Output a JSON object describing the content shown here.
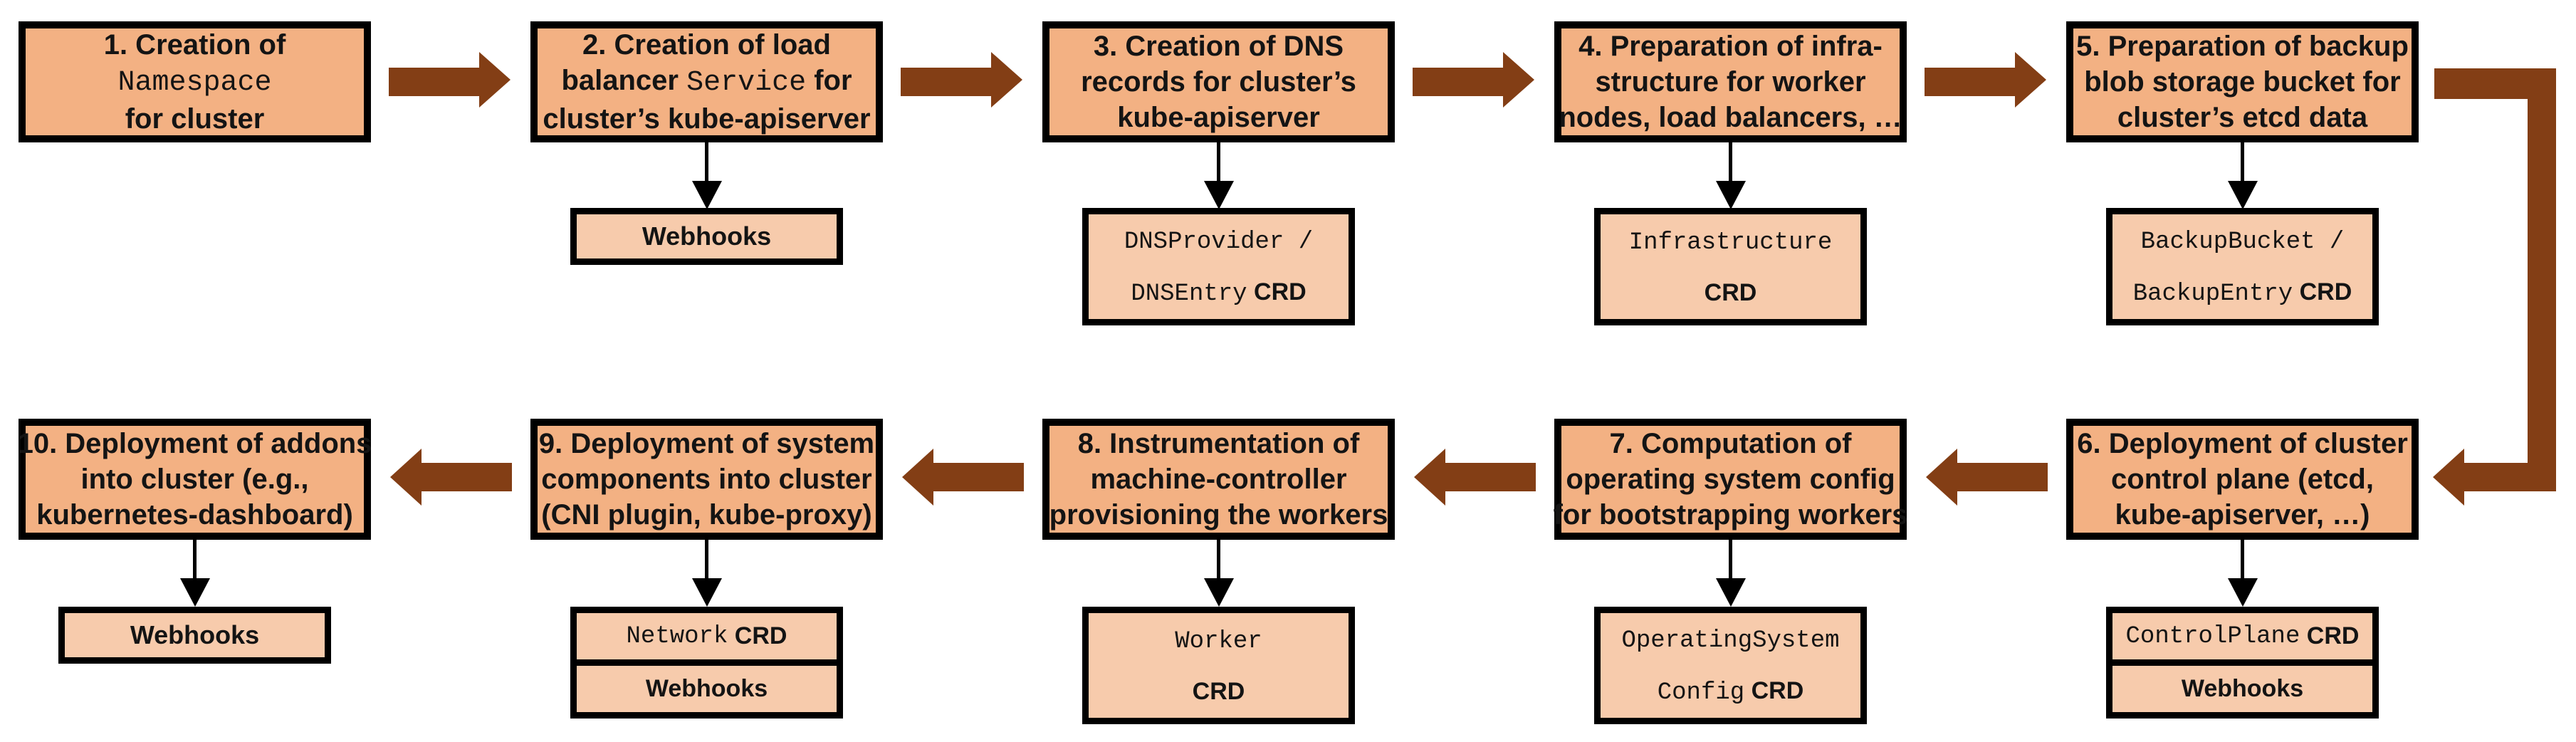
{
  "palette": {
    "step_box_fill": "#F3B183",
    "sub_box_fill": "#F7CBAC",
    "border_color": "#000000",
    "flow_arrow_color": "#833E15",
    "connector_color": "#000000"
  },
  "steps": [
    {
      "id": "1",
      "col": 0,
      "row": 0,
      "title": [
        [
          {
            "t": "1. Creation of"
          }
        ],
        [
          {
            "t": "Namespace",
            "mono": true
          }
        ],
        [
          {
            "t": "for cluster"
          }
        ]
      ],
      "sub": null
    },
    {
      "id": "2",
      "col": 1,
      "row": 0,
      "title": [
        [
          {
            "t": "2. Creation of load"
          }
        ],
        [
          {
            "t": "balancer "
          },
          {
            "t": "Service",
            "mono": true
          },
          {
            "t": " for"
          }
        ],
        [
          {
            "t": "cluster’s kube-apiserver"
          }
        ]
      ],
      "sub": {
        "kind": "single",
        "lines": [
          [
            {
              "t": "Webhooks"
            }
          ]
        ]
      }
    },
    {
      "id": "3",
      "col": 2,
      "row": 0,
      "title": [
        [
          {
            "t": "3. Creation of DNS"
          }
        ],
        [
          {
            "t": "records for cluster’s"
          }
        ],
        [
          {
            "t": "kube-apiserver"
          }
        ]
      ],
      "sub": {
        "kind": "double",
        "lines": [
          [
            {
              "t": "DNSProvider /",
              "mono": true
            }
          ],
          [
            {
              "t": "DNSEntry",
              "mono": true
            },
            {
              "t": " CRD"
            }
          ]
        ]
      }
    },
    {
      "id": "4",
      "col": 3,
      "row": 0,
      "title": [
        [
          {
            "t": "4. Preparation of infra-"
          }
        ],
        [
          {
            "t": "structure for worker"
          }
        ],
        [
          {
            "t": "nodes, load balancers, …"
          }
        ]
      ],
      "sub": {
        "kind": "double",
        "lines": [
          [
            {
              "t": "Infrastructure",
              "mono": true
            }
          ],
          [
            {
              "t": "CRD"
            }
          ]
        ]
      }
    },
    {
      "id": "5",
      "col": 4,
      "row": 0,
      "title": [
        [
          {
            "t": "5. Preparation of backup"
          }
        ],
        [
          {
            "t": "blob storage bucket for"
          }
        ],
        [
          {
            "t": "cluster’s etcd data"
          }
        ]
      ],
      "sub": {
        "kind": "double",
        "lines": [
          [
            {
              "t": "BackupBucket /",
              "mono": true
            }
          ],
          [
            {
              "t": "BackupEntry",
              "mono": true
            },
            {
              "t": " CRD"
            }
          ]
        ]
      }
    },
    {
      "id": "6",
      "col": 4,
      "row": 1,
      "title": [
        [
          {
            "t": "6. Deployment of cluster"
          }
        ],
        [
          {
            "t": "control plane (etcd,"
          }
        ],
        [
          {
            "t": "kube-apiserver, …)"
          }
        ]
      ],
      "sub": {
        "kind": "stack",
        "lines": [
          [
            {
              "t": "ControlPlane",
              "mono": true
            },
            {
              "t": " CRD"
            }
          ],
          [
            {
              "t": "Webhooks"
            }
          ]
        ]
      }
    },
    {
      "id": "7",
      "col": 3,
      "row": 1,
      "title": [
        [
          {
            "t": "7. Computation of"
          }
        ],
        [
          {
            "t": "operating system config"
          }
        ],
        [
          {
            "t": "for bootstrapping workers"
          }
        ]
      ],
      "sub": {
        "kind": "double",
        "lines": [
          [
            {
              "t": "OperatingSystem",
              "mono": true
            }
          ],
          [
            {
              "t": "Config",
              "mono": true
            },
            {
              "t": " CRD"
            }
          ]
        ]
      }
    },
    {
      "id": "8",
      "col": 2,
      "row": 1,
      "title": [
        [
          {
            "t": "8. Instrumentation of"
          }
        ],
        [
          {
            "t": "machine-controller"
          }
        ],
        [
          {
            "t": "provisioning the workers"
          }
        ]
      ],
      "sub": {
        "kind": "double",
        "lines": [
          [
            {
              "t": "Worker",
              "mono": true
            }
          ],
          [
            {
              "t": "CRD"
            }
          ]
        ]
      }
    },
    {
      "id": "9",
      "col": 1,
      "row": 1,
      "title": [
        [
          {
            "t": "9. Deployment of system"
          }
        ],
        [
          {
            "t": "components into cluster"
          }
        ],
        [
          {
            "t": "(CNI plugin, kube-proxy)"
          }
        ]
      ],
      "sub": {
        "kind": "stack",
        "lines": [
          [
            {
              "t": "Network",
              "mono": true
            },
            {
              "t": " CRD"
            }
          ],
          [
            {
              "t": "Webhooks"
            }
          ]
        ]
      }
    },
    {
      "id": "10",
      "col": 0,
      "row": 1,
      "title": [
        [
          {
            "t": "10. Deployment of addons"
          }
        ],
        [
          {
            "t": "into cluster (e.g.,"
          }
        ],
        [
          {
            "t": "kubernetes-dashboard)"
          }
        ]
      ],
      "sub": {
        "kind": "single",
        "lines": [
          [
            {
              "t": "Webhooks"
            }
          ]
        ]
      }
    }
  ],
  "flow": {
    "row1_direction": "right",
    "row2_direction": "left",
    "wrap": "right-edge-elbow-down"
  }
}
